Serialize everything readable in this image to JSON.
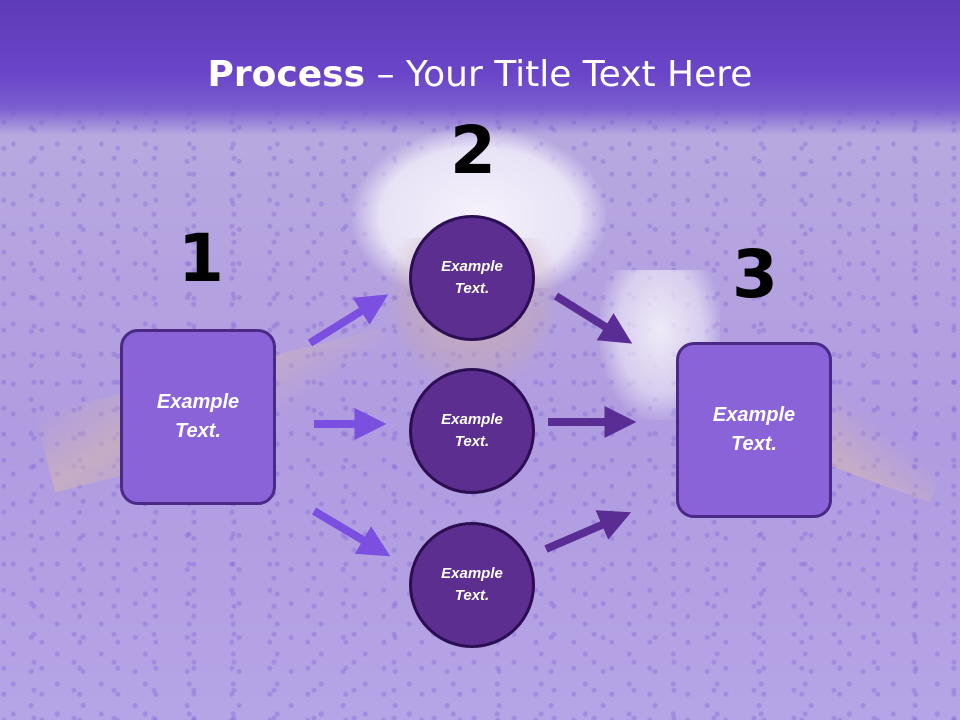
{
  "slide": {
    "title_bold": "Process",
    "title_rest": " – Your Title Text Here",
    "steps": [
      {
        "number": "1"
      },
      {
        "number": "2"
      },
      {
        "number": "3"
      }
    ],
    "left_box": {
      "text_line1": "Example",
      "text_line2": "Text."
    },
    "circles": [
      {
        "text_line1": "Example",
        "text_line2": "Text."
      },
      {
        "text_line1": "Example",
        "text_line2": "Text."
      },
      {
        "text_line1": "Example",
        "text_line2": "Text."
      }
    ],
    "right_box": {
      "text_line1": "Example",
      "text_line2": "Text."
    }
  },
  "colors": {
    "header": "#6a45c8",
    "box_fill": "#8a63d9",
    "box_border": "#4a2a86",
    "circle_fill": "#5c2e8f",
    "circle_border": "#2c0f52",
    "arrow_left": "#7b4fe0",
    "arrow_right": "#5a2d95"
  }
}
